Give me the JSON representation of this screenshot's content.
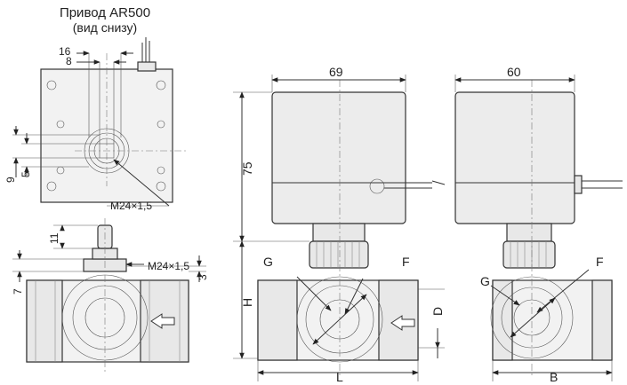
{
  "title": {
    "line1": "Привод AR500",
    "line2": "(вид снизу)"
  },
  "labels": {
    "dim_69": "69",
    "dim_60": "60",
    "dim_75": "75",
    "dim_16": "16",
    "dim_8": "8",
    "dim_9": "9",
    "dim_5": "5",
    "dim_11": "11",
    "dim_7": "7",
    "dim_3": "3",
    "thread_top": "M24×1,5",
    "thread_mid": "M24×1,5",
    "port_G_front": "G",
    "port_F_front": "F",
    "port_G_side": "G",
    "port_F_side": "F",
    "dim_H": "H",
    "dim_D": "D",
    "dim_L": "L",
    "dim_B": "B"
  }
}
